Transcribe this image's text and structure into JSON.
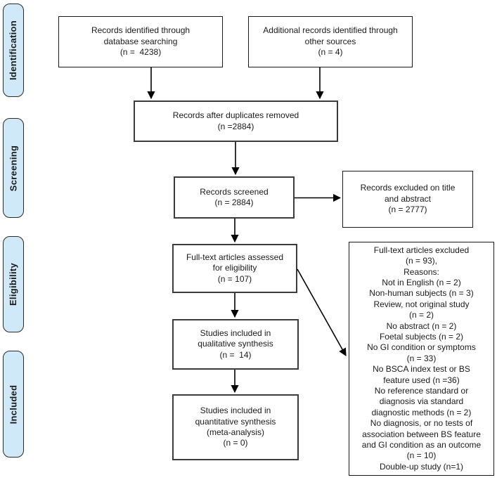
{
  "diagram": {
    "stages": [
      {
        "label": "Identification"
      },
      {
        "label": "Screening"
      },
      {
        "label": "Eligibility"
      },
      {
        "label": "Included"
      }
    ],
    "nodes": {
      "identified_db": {
        "lines": [
          "Records identified through",
          "database searching",
          "(n =  4238)"
        ]
      },
      "identified_other": {
        "lines": [
          "Additional records identified through",
          "other sources",
          "(n = 4)"
        ]
      },
      "after_duplicates": {
        "lines": [
          "Records after duplicates removed",
          "(n =2884)"
        ]
      },
      "screened": {
        "lines": [
          "Records screened",
          "(n = 2884)"
        ]
      },
      "excluded_title_abstract": {
        "lines": [
          "Records excluded on title",
          "and abstract",
          "(n = 2777)"
        ]
      },
      "fulltext_assessed": {
        "lines": [
          "Full-text articles assessed",
          "for eligibility",
          "(n = 107)"
        ]
      },
      "fulltext_excluded": {
        "lines": [
          "Full-text articles excluded",
          "(n = 93),",
          "Reasons:",
          "Not in English (n = 2)",
          "Non-human subjects (n = 3)",
          "Review, not original study",
          "(n = 2)",
          "No abstract (n = 2)",
          "Foetal subjects (n = 2)",
          "No GI condition or symptoms",
          "(n = 33)",
          "No BSCA index test or BS",
          "feature used (n =36)",
          "No reference standard or",
          "diagnosis via standard",
          "diagnostic methods (n = 2)",
          "No diagnosis, or no tests of",
          "association between BS feature",
          "and GI condition as an outcome",
          "(n = 10)",
          "Double-up study (n=1)"
        ]
      },
      "qualitative": {
        "lines": [
          "Studies included in",
          "qualitative synthesis",
          "(n =  14)"
        ]
      },
      "quantitative": {
        "lines": [
          "Studies included in",
          "quantitative synthesis",
          "(meta-analysis)",
          "(n = 0)"
        ]
      }
    },
    "colors": {
      "stage_fill": "#cfe9f9",
      "stage_border": "#2a2a2a",
      "box_border": "#1a1a1a",
      "box_border_strong": "#3c3c3c",
      "arrow": "#000000",
      "text": "#1a1a1a"
    }
  }
}
